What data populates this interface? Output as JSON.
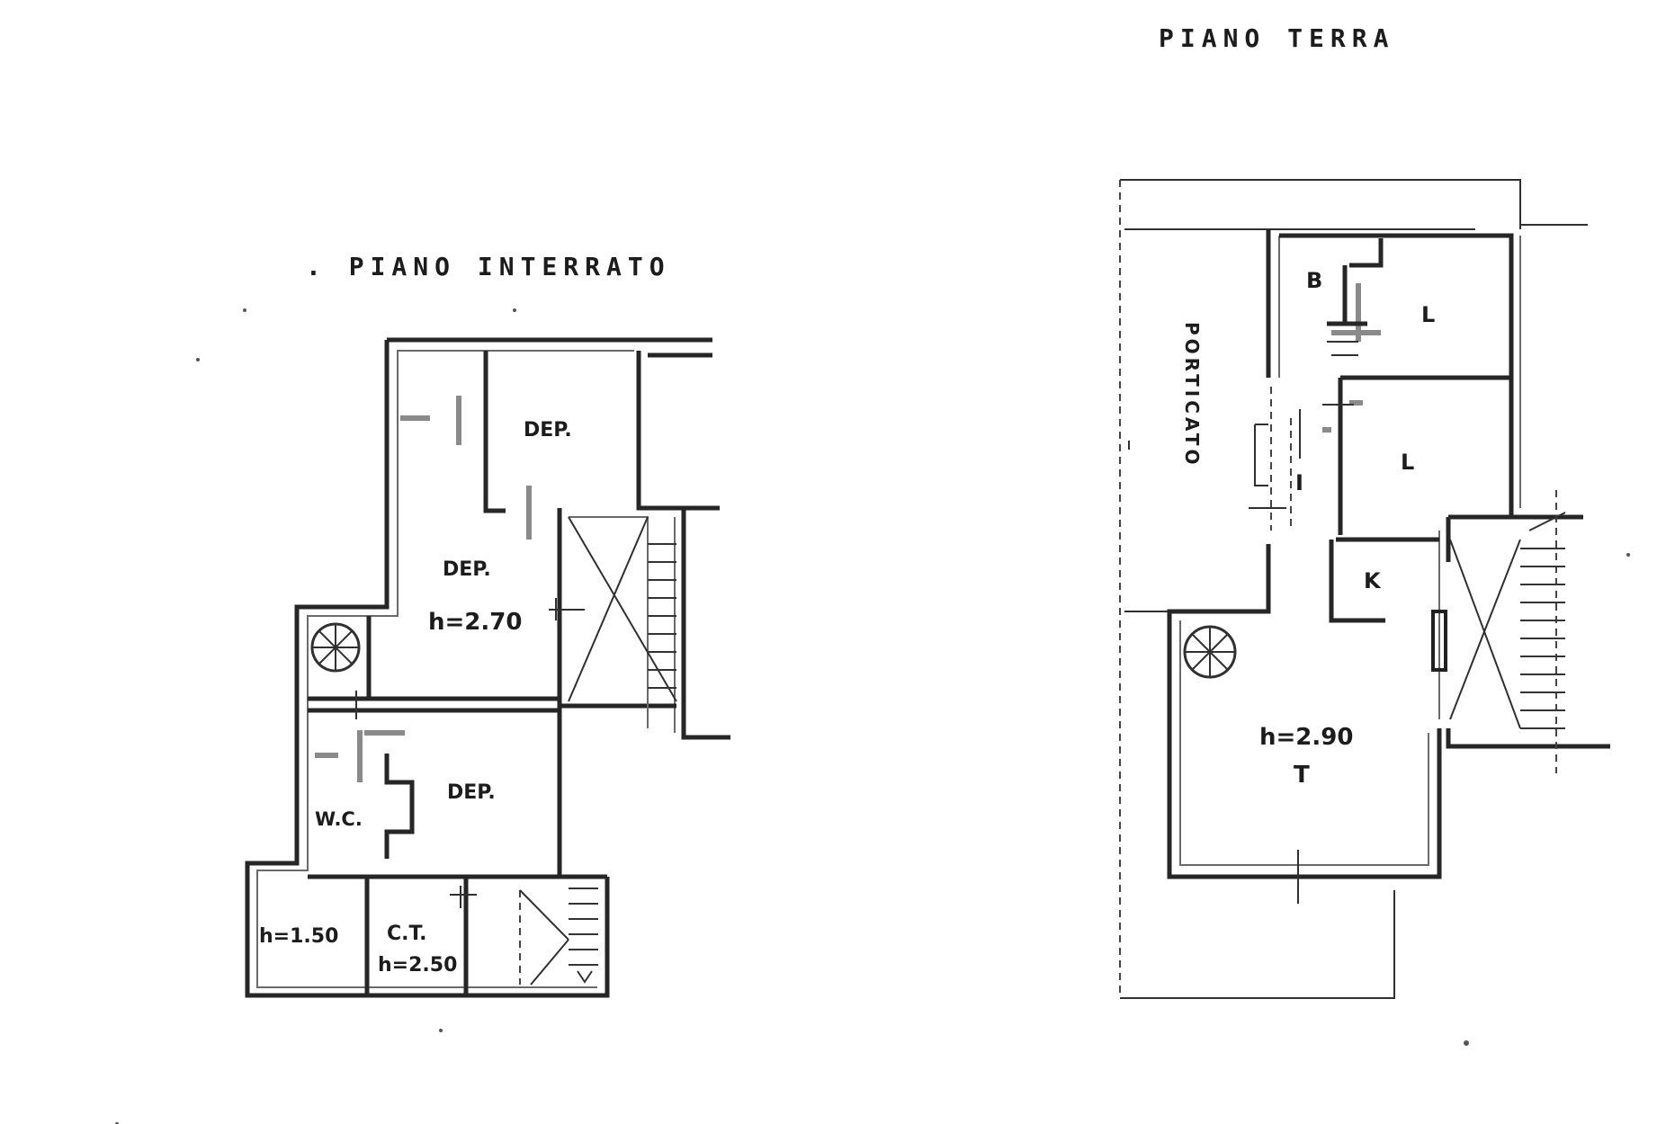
{
  "titles": {
    "basement": ". PIANO   INTERRATO",
    "ground": "PIANO   TERRA"
  },
  "basement": {
    "dep_top": "DEP.",
    "dep_main": "DEP.",
    "height_main": "h=2.70",
    "dep_lower": "DEP.",
    "wc": "W.C.",
    "height_left": "h=1.50",
    "ct": "C.T.",
    "height_ct": "h=2.50"
  },
  "ground": {
    "porticato": "PORTICATO",
    "b": "B",
    "l_top": "L",
    "l_mid": "L",
    "i": "I",
    "k": "K",
    "height": "h=2.90",
    "t": "T"
  }
}
